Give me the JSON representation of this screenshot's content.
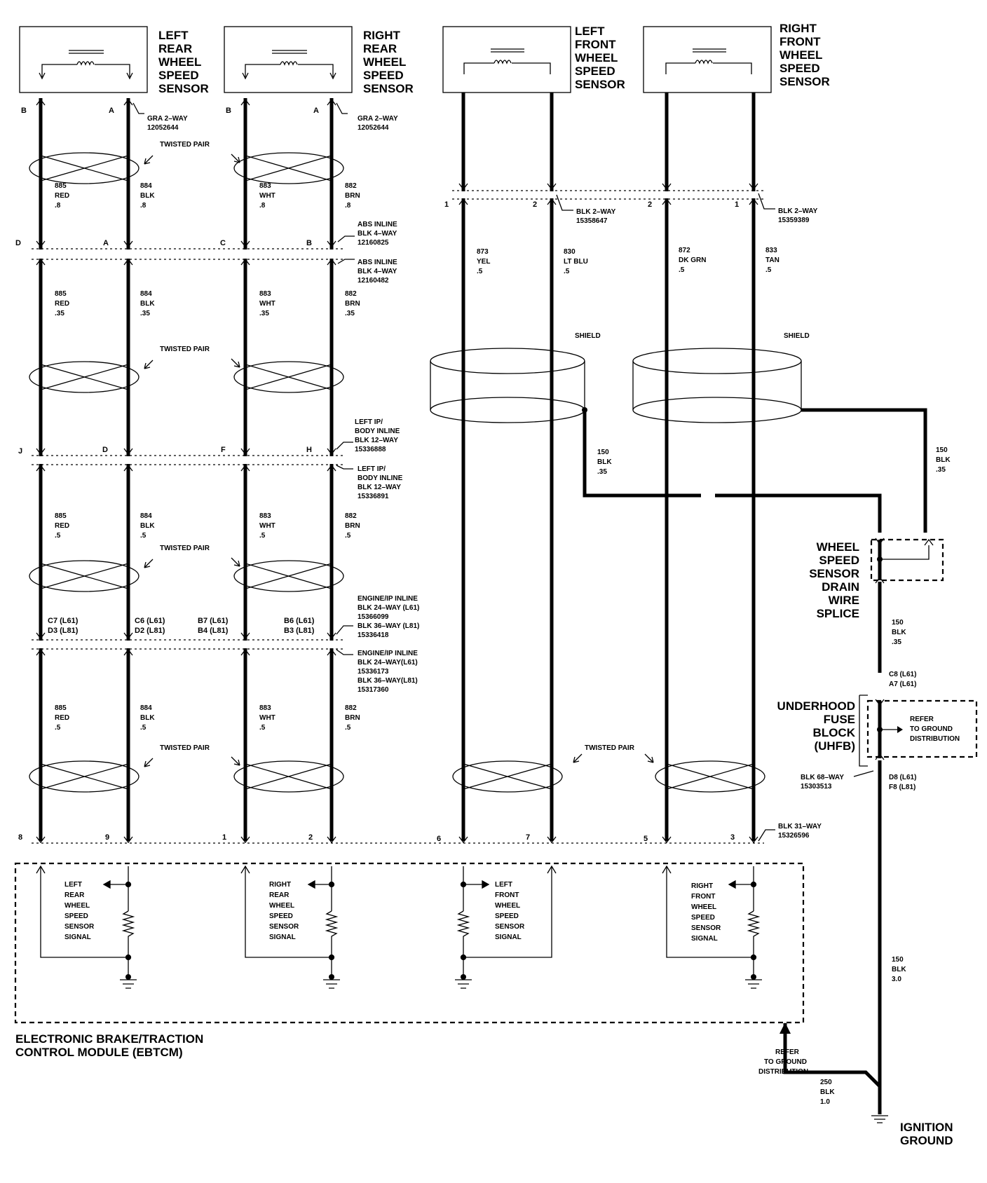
{
  "sensors": [
    {
      "label": [
        "LEFT",
        "REAR",
        "WHEEL",
        "SPEED",
        "SENSOR"
      ]
    },
    {
      "label": [
        "RIGHT",
        "REAR",
        "WHEEL",
        "SPEED",
        "SENSOR"
      ]
    },
    {
      "label": [
        "LEFT",
        "FRONT",
        "WHEEL",
        "SPEED",
        "SENSOR"
      ]
    },
    {
      "label": [
        "RIGHT",
        "FRONT",
        "WHEEL",
        "SPEED",
        "SENSOR"
      ]
    }
  ],
  "rear_wire_blocks": [
    {
      "left": "885 RED .8",
      "right": "884 BLK .8",
      "right2_l": "883 WHT .8",
      "right2_r": "882 BRN .8"
    }
  ],
  "rear_segments": [
    {
      "w1": [
        "885",
        "RED",
        ".8"
      ],
      "w2": [
        "884",
        "BLK",
        ".8"
      ],
      "w3": [
        "883",
        "WHT",
        ".8"
      ],
      "w4": [
        "882",
        "BRN",
        ".8"
      ]
    },
    {
      "w1": [
        "885",
        "RED",
        ".35"
      ],
      "w2": [
        "884",
        "BLK",
        ".35"
      ],
      "w3": [
        "883",
        "WHT",
        ".35"
      ],
      "w4": [
        "882",
        "BRN",
        ".35"
      ]
    },
    {
      "w1": [
        "885",
        "RED",
        ".5"
      ],
      "w2": [
        "884",
        "BLK",
        ".5"
      ],
      "w3": [
        "883",
        "WHT",
        ".5"
      ],
      "w4": [
        "882",
        "BRN",
        ".5"
      ]
    },
    {
      "w1": [
        "885",
        "RED",
        ".5"
      ],
      "w2": [
        "884",
        "BLK",
        ".5"
      ],
      "w3": [
        "883",
        "WHT",
        ".5"
      ],
      "w4": [
        "882",
        "BRN",
        ".5"
      ]
    }
  ],
  "front_wires": {
    "w1": [
      "873",
      "YEL",
      ".5"
    ],
    "w2": [
      "830",
      "LT BLU",
      ".5"
    ],
    "w3": [
      "872",
      "DK GRN",
      ".5"
    ],
    "w4": [
      "833",
      "TAN",
      ".5"
    ]
  },
  "connectors": {
    "gra_left": [
      "GRA 2–WAY",
      "12052644"
    ],
    "gra_right": [
      "GRA 2–WAY",
      "12052644"
    ],
    "blk_lf": [
      "BLK 2–WAY",
      "15358647"
    ],
    "blk_rf": [
      "BLK 2–WAY",
      "15359389"
    ],
    "abs1": [
      "ABS INLINE",
      "BLK 4–WAY",
      "12160825"
    ],
    "abs2": [
      "ABS INLINE",
      "BLK 4–WAY",
      "12160482"
    ],
    "ip1": [
      "LEFT IP/",
      "BODY INLINE",
      "BLK 12–WAY",
      "15336888"
    ],
    "ip2": [
      "LEFT IP/",
      "BODY INLINE",
      "BLK 12–WAY",
      "15336891"
    ],
    "eng1": [
      "ENGINE/IP INLINE",
      "BLK 24–WAY (L61)",
      "15366099",
      "BLK 36–WAY (L81)",
      "15336418"
    ],
    "eng2": [
      "ENGINE/IP INLINE",
      "BLK 24–WAY(L61)",
      "15336173",
      "BLK 36–WAY(L81)",
      "15317360"
    ],
    "blk31": [
      "BLK 31–WAY",
      "15326596"
    ],
    "blk68": [
      "BLK 68–WAY",
      "15303513"
    ]
  },
  "pins": {
    "row1": [
      "B",
      "A",
      "B",
      "A"
    ],
    "row_front1": [
      "1",
      "2",
      "2",
      "1"
    ],
    "row2": [
      "D",
      "A",
      "C",
      "B"
    ],
    "row3": [
      "J",
      "D",
      "F",
      "H"
    ],
    "row4a": [
      "C7 (L61)",
      "C6 (L61)",
      "B7 (L61)",
      "B6 (L61)"
    ],
    "row4b": [
      "D3 (L81)",
      "D2 (L81)",
      "B4 (L81)",
      "B3 (L81)"
    ],
    "row5": [
      "8",
      "9",
      "1",
      "2",
      "6",
      "7",
      "5",
      "3"
    ]
  },
  "twisted_pair": "TWISTED PAIR",
  "shield": "SHIELD",
  "drain": {
    "w150a": [
      "150",
      "BLK",
      ".35"
    ],
    "w150b": [
      "150",
      "BLK",
      ".35"
    ],
    "w150c": [
      "150",
      "BLK",
      ".35"
    ],
    "w150d": [
      "150",
      "BLK",
      "3.0"
    ],
    "w250": [
      "250",
      "BLK",
      "1.0"
    ],
    "splice": [
      "WHEEL",
      "SPEED",
      "SENSOR",
      "DRAIN",
      "WIRE",
      "SPLICE"
    ],
    "uhfb": [
      "UNDERHOOD",
      "FUSE",
      "BLOCK",
      "(UHFB)"
    ],
    "uhfb_pin_top": [
      "C8 (L61)",
      "A7 (L61)"
    ],
    "uhfb_pin_bot": [
      "D8 (L61)",
      "F8 (L81)"
    ],
    "refer": [
      "REFER",
      "TO GROUND",
      "DISTRIBUTION"
    ],
    "refer2": [
      "REFER",
      "TO GROUND",
      "DISTRIBUTION"
    ],
    "ignition": [
      "IGNITION",
      "GROUND"
    ]
  },
  "module_signals": [
    [
      "LEFT",
      "REAR",
      "WHEEL",
      "SPEED",
      "SENSOR",
      "SIGNAL"
    ],
    [
      "RIGHT",
      "REAR",
      "WHEEL",
      "SPEED",
      "SENSOR",
      "SIGNAL"
    ],
    [
      "LEFT",
      "FRONT",
      "WHEEL",
      "SPEED",
      "SENSOR",
      "SIGNAL"
    ],
    [
      "RIGHT",
      "FRONT",
      "WHEEL",
      "SPEED",
      "SENSOR",
      "SIGNAL"
    ]
  ],
  "module_name": [
    "ELECTRONIC BRAKE/TRACTION",
    "CONTROL MODULE (EBTCM)"
  ]
}
